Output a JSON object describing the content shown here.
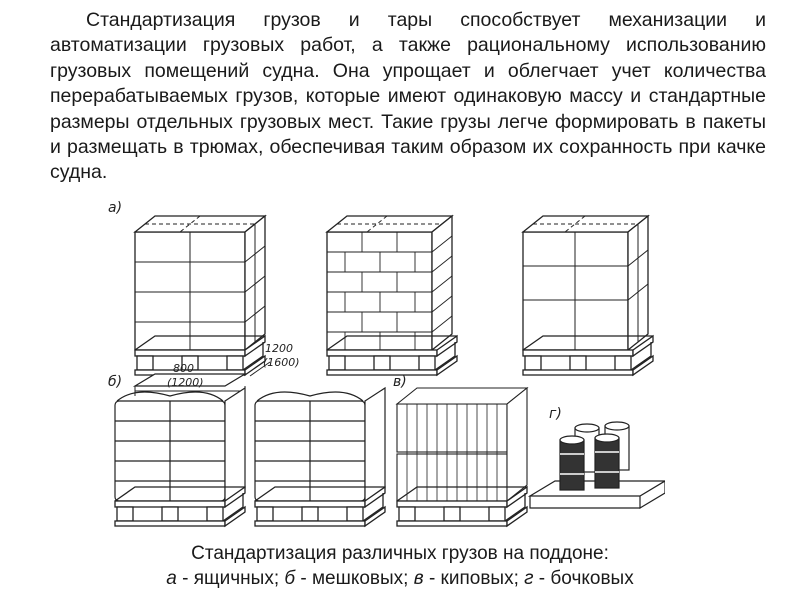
{
  "paragraph": "Стандартизация грузов и тары способствует механизации и автоматизации грузовых работ, а также рациональному использованию грузовых помещений судна. Она упрощает и облегчает учет количества перерабатываемых грузов, которые имеют одинаковую массу и стандартные размеры отдельных грузовых мест. Такие грузы легче формировать в пакеты и размещать в трюмах, обеспечивая таким образом их сохранность при качке судна.",
  "figure": {
    "labels": {
      "a": "а)",
      "b": "б)",
      "v": "в)",
      "g": "г)"
    },
    "dims": {
      "width": "800",
      "width_alt": "(1200)",
      "length": "1200",
      "length_alt": "(1600)"
    }
  },
  "caption": {
    "line1": "Стандартизация различных грузов на поддоне:",
    "a": "а",
    "a_text": " - ящичных; ",
    "b": "б",
    "b_text": " - мешковых; ",
    "v": "в",
    "v_text": " - киповых; ",
    "g": "г",
    "g_text": " - бочковых"
  }
}
